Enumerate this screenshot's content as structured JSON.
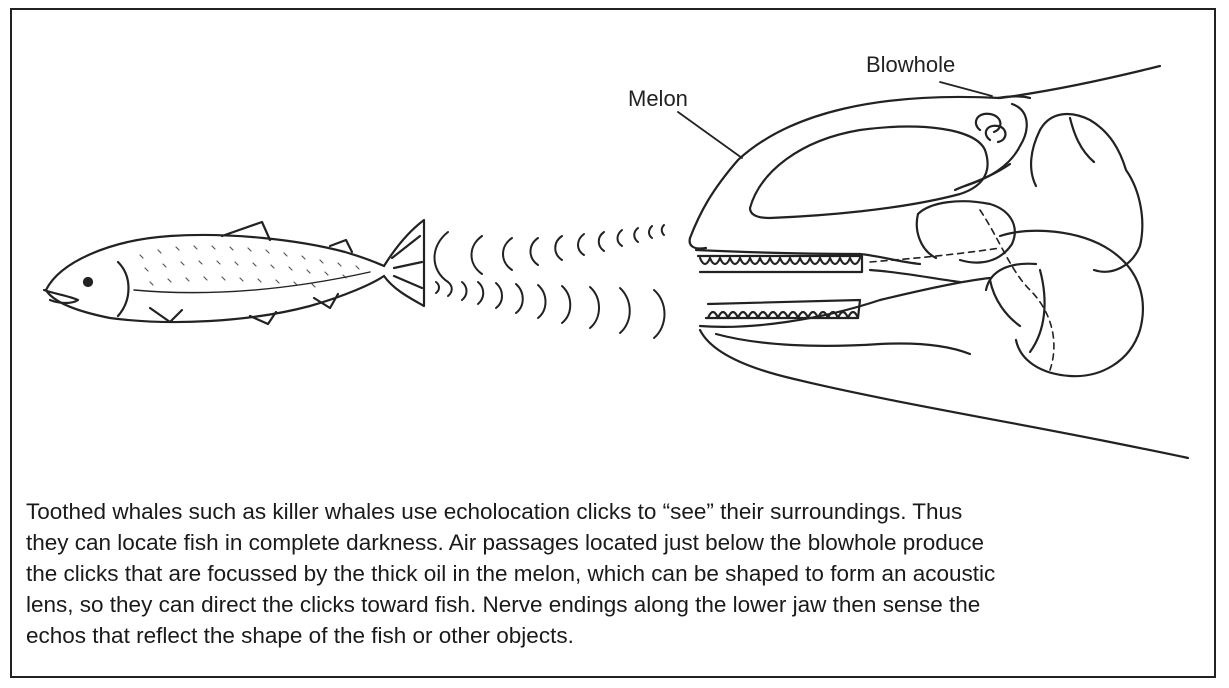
{
  "labels": {
    "melon": "Melon",
    "blowhole": "Blowhole"
  },
  "caption": {
    "lines": [
      "Toothed whales such as killer whales use echolocation clicks to “see” their surroundings. Thus",
      "they can locate fish in complete darkness. Air passages located just below the blowhole produce",
      "the clicks that are focussed by the thick oil in the melon, which can be shaped to form an acoustic",
      "lens, so they can direct the clicks toward fish. Nerve endings along the lower jaw then sense the",
      "echos that reflect the shape of the fish or other objects."
    ]
  }
}
